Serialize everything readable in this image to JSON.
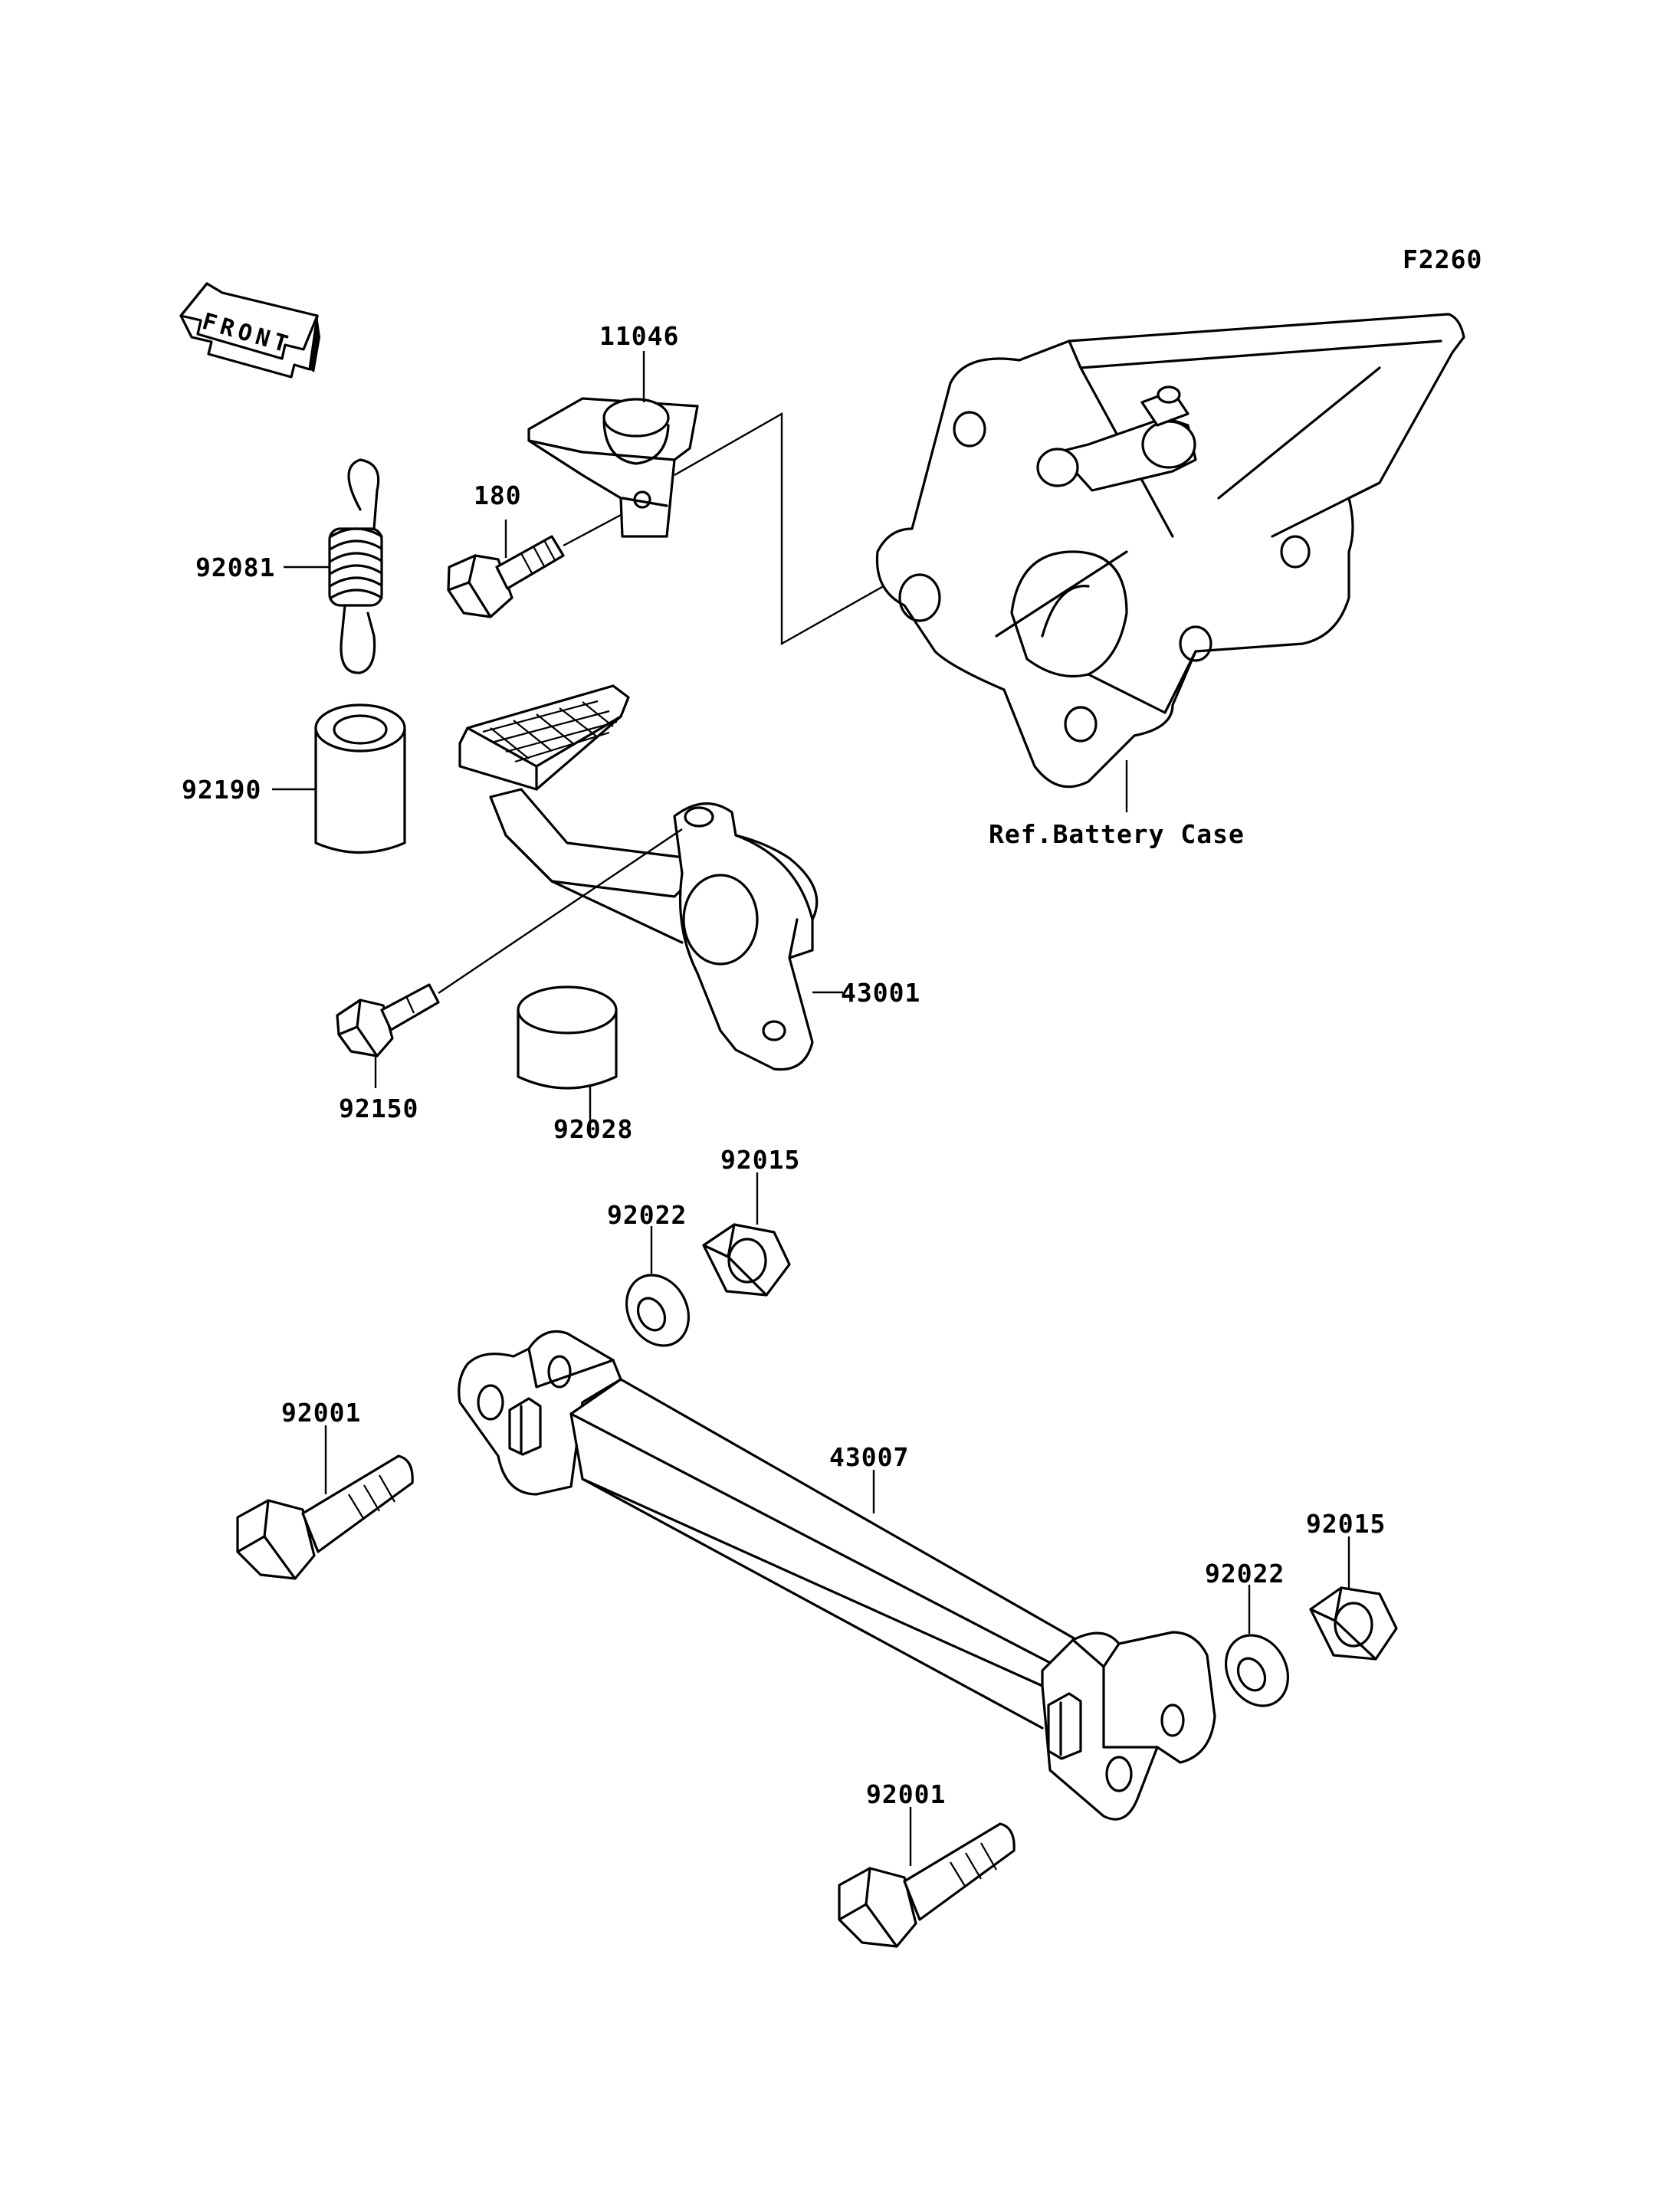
{
  "diagram_code": "F2260",
  "front_arrow_text": "FRONT",
  "reference_note": "Ref.Battery Case",
  "parts": {
    "p11046": "11046",
    "p180": "180",
    "p92081": "92081",
    "p92190": "92190",
    "p43001": "43001",
    "p92150": "92150",
    "p92028": "92028",
    "p92015_top": "92015",
    "p92022_top": "92022",
    "p92001_left": "92001",
    "p43007": "43007",
    "p92015_right": "92015",
    "p92022_right": "92022",
    "p92001_bottom": "92001"
  }
}
